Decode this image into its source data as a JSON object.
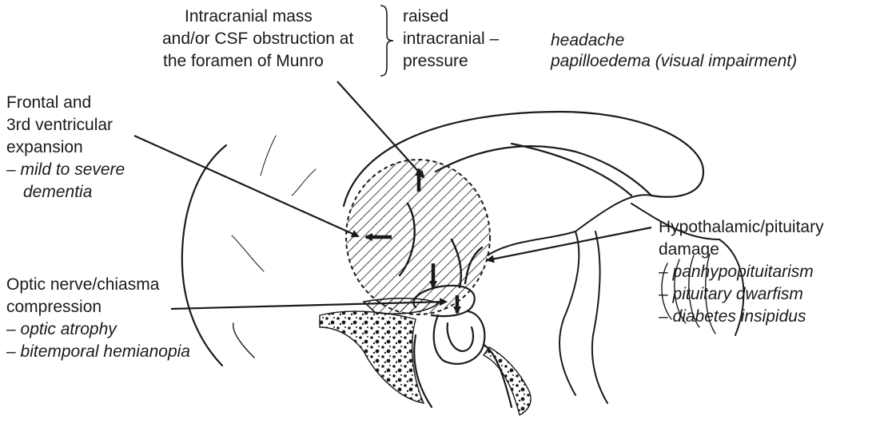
{
  "top": {
    "mass": [
      "Intracranial mass",
      "and/or CSF obstruction at",
      "the foramen of Munro"
    ],
    "raised": [
      "raised",
      "intracranial –",
      "pressure"
    ],
    "effects": [
      "headache",
      "papilloedema (visual impairment)"
    ]
  },
  "frontal": {
    "lines": [
      "Frontal and",
      "3rd ventricular",
      "expansion"
    ],
    "effects": [
      "– mild to severe",
      "dementia"
    ]
  },
  "optic": {
    "lines": [
      "Optic nerve/chiasma",
      "compression"
    ],
    "effects": [
      "– optic atrophy",
      "– bitemporal hemianopia"
    ]
  },
  "hypo": {
    "lines": [
      "Hypothalamic/pituitary",
      "damage"
    ],
    "effects": [
      "– panhypopituitarism",
      "– pituitary dwarfism",
      "– diabetes insipidus"
    ]
  }
}
